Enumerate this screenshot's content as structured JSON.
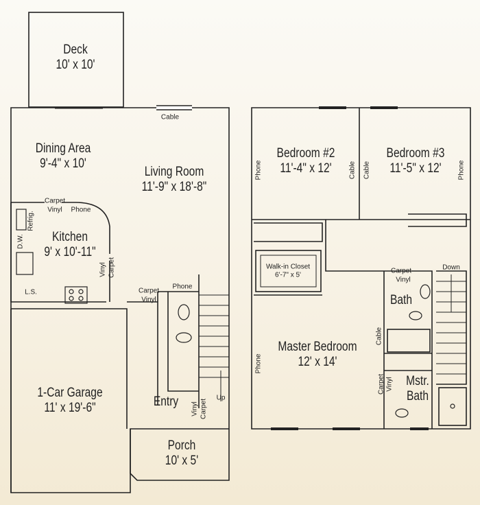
{
  "rooms": {
    "deck": {
      "name": "Deck",
      "size": "10' x 10'"
    },
    "dining": {
      "name": "Dining Area",
      "size": "9'-4\" x 10'"
    },
    "living": {
      "name": "Living Room",
      "size": "11'-9\" x 18'-8\""
    },
    "kitchen": {
      "name": "Kitchen",
      "size": "9' x 10'-11\""
    },
    "garage": {
      "name": "1-Car Garage",
      "size": "11' x 19'-6\""
    },
    "entry": {
      "name": "Entry"
    },
    "porch": {
      "name": "Porch",
      "size": "10' x 5'"
    },
    "bed2": {
      "name": "Bedroom #2",
      "size": "11'-4\" x 12'"
    },
    "bed3": {
      "name": "Bedroom #3",
      "size": "11'-5\" x 12'"
    },
    "walkin": {
      "name": "Walk-in Closet",
      "size": "6'-7\" x 5'"
    },
    "master": {
      "name": "Master Bedroom",
      "size": "12' x 14'"
    },
    "bath": {
      "name": "Bath"
    },
    "mbath": {
      "name1": "Mstr.",
      "name2": "Bath"
    }
  },
  "labels": {
    "cable": "Cable",
    "phone": "Phone",
    "carpet": "Carpet",
    "vinyl": "Vinyl",
    "refrig": "Refrig.",
    "dw": "D.W.",
    "ls": "L.S.",
    "up": "Up",
    "down": "Down"
  }
}
